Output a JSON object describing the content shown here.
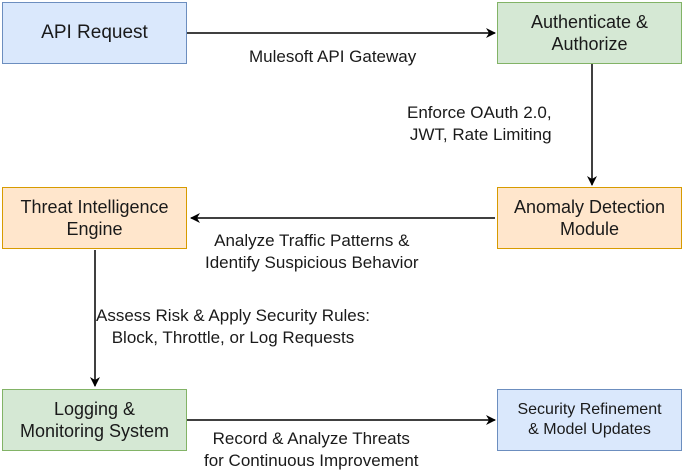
{
  "nodes": {
    "api_request": "API Request",
    "authenticate": "Authenticate &\nAuthorize",
    "anomaly": "Anomaly Detection\nModule",
    "threat": "Threat Intelligence\nEngine",
    "logging": "Logging &\nMonitoring System",
    "refinement": "Security Refinement\n& Model Updates"
  },
  "edges": {
    "gateway": "Mulesoft API Gateway",
    "enforce": "Enforce OAuth 2.0,\nJWT, Rate Limiting",
    "analyze": "Analyze Traffic Patterns &\nIdentify Suspicious Behavior",
    "assess": "Assess Risk & Apply Security Rules:\nBlock, Throttle, or Log Requests",
    "record": "Record & Analyze Threats\nfor Continuous Improvement"
  },
  "colors": {
    "blue_fill": "#dae8fc",
    "blue_stroke": "#6c8ebf",
    "green_fill": "#d5e8d4",
    "green_stroke": "#82b366",
    "orange_fill": "#ffe6cc",
    "orange_stroke": "#d79b00",
    "edge": "#000000"
  }
}
